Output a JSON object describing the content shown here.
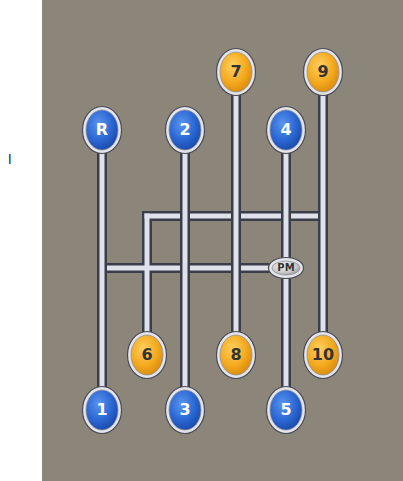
{
  "diagram": {
    "nodes": [
      {
        "text": [
          "7"
        ]
      },
      {
        "text": [
          "9"
        ]
      },
      {
        "text": [
          "R"
        ]
      },
      {
        "text": [
          "2"
        ]
      },
      {
        "text": [
          "4"
        ]
      },
      {
        "text": [
          "PM"
        ]
      },
      {
        "text": [
          "6"
        ]
      },
      {
        "text": [
          "8"
        ]
      },
      {
        "text": [
          "10"
        ]
      },
      {
        "text": [
          "1"
        ]
      },
      {
        "text": [
          "3"
        ]
      },
      {
        "text": [
          "5"
        ]
      }
    ],
    "edges": [
      {
        "from": 2,
        "to": 9,
        "arrow": "none"
      },
      {
        "from": 3,
        "to": 10,
        "arrow": "none"
      },
      {
        "from": 0,
        "to": 7,
        "arrow": "none"
      },
      {
        "from": 4,
        "to": 5,
        "arrow": "none"
      },
      {
        "from": 5,
        "to": 11,
        "arrow": "none"
      },
      {
        "from": 1,
        "to": 8,
        "arrow": "none"
      }
    ],
    "labels": [
      "l"
    ]
  }
}
